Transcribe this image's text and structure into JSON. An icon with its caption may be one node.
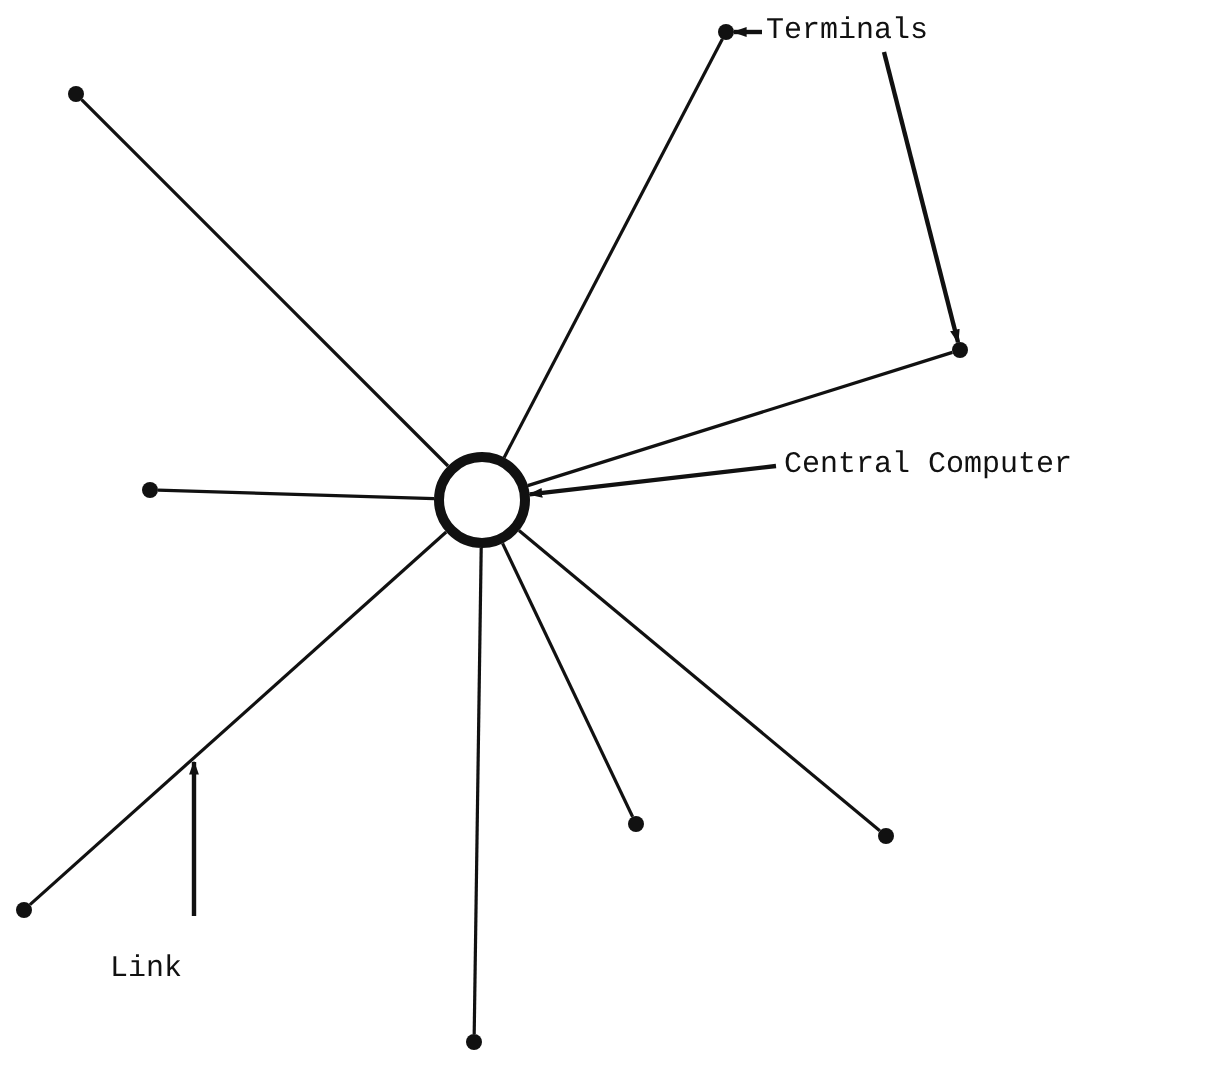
{
  "diagram": {
    "nodes": [
      {
        "text": [
          "Terminals"
        ]
      },
      {
        "text": [
          "Central Computer"
        ]
      },
      {
        "text": [
          "Link"
        ]
      },
      {
        "text": [],
        "shape": "circle"
      },
      {
        "text": [],
        "shape": "circle"
      },
      {
        "text": [],
        "shape": "circle"
      },
      {
        "text": [],
        "shape": "circle"
      },
      {
        "text": [],
        "shape": "circle"
      },
      {
        "text": [],
        "shape": "circle"
      },
      {
        "text": [],
        "shape": "circle"
      },
      {
        "text": [],
        "shape": "circle"
      },
      {
        "text": [],
        "shape": "circle"
      }
    ],
    "edges": [
      {
        "from": 3,
        "to": 4,
        "arrow": "none"
      },
      {
        "from": 3,
        "to": 5,
        "arrow": "none"
      },
      {
        "from": 3,
        "to": 6,
        "arrow": "none"
      },
      {
        "from": 3,
        "to": 7,
        "arrow": "none"
      },
      {
        "from": 3,
        "to": 8,
        "arrow": "none"
      },
      {
        "from": 3,
        "to": 9,
        "arrow": "none"
      },
      {
        "from": 3,
        "to": 10,
        "arrow": "none"
      },
      {
        "from": 3,
        "to": 11,
        "arrow": "none"
      },
      {
        "from": 0,
        "to": 9,
        "arrow": "to"
      },
      {
        "from": 0,
        "to": 11,
        "arrow": "to"
      },
      {
        "from": 1,
        "to": 3,
        "arrow": "to"
      },
      {
        "from": 2,
        "to": null,
        "arrow": "to"
      }
    ]
  }
}
